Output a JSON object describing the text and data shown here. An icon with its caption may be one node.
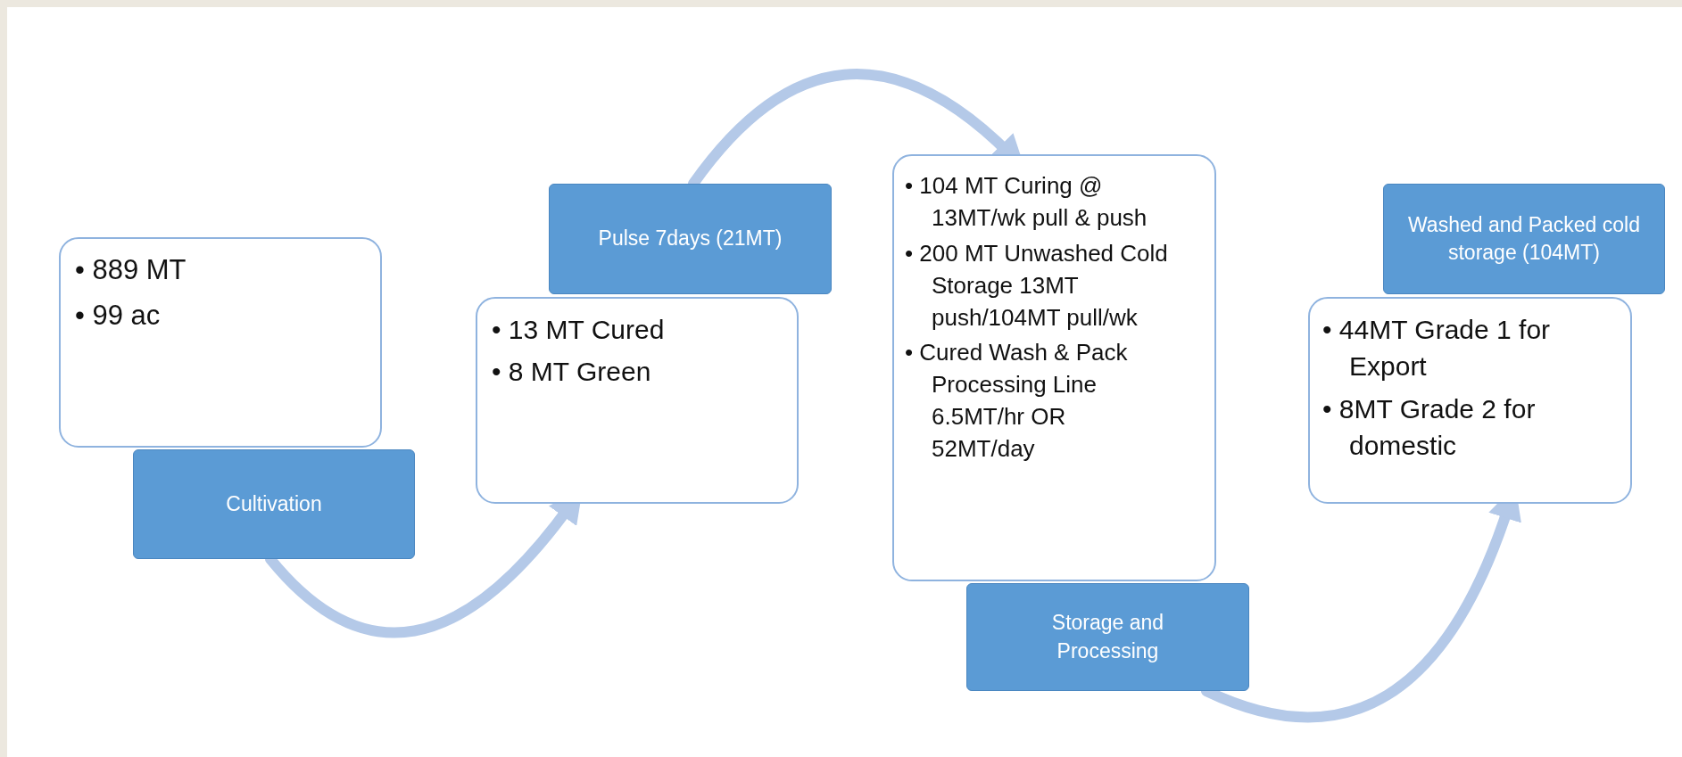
{
  "diagram": {
    "nodes": [
      {
        "text": [
          "• 889 MT",
          "• 99 ac"
        ]
      },
      {
        "text": [
          "Cultivation"
        ]
      },
      {
        "text": [
          "Pulse 7days (21MT)"
        ]
      },
      {
        "text": [
          "• 13 MT Cured",
          "• 8 MT Green"
        ]
      },
      {
        "text": [
          "• 104 MT Curing @ 13MT/wk pull & push",
          "• 200 MT  Unwashed Cold Storage 13MT push/104MT pull/wk",
          "• Cured Wash & Pack Processing  Line 6.5MT/hr OR 52MT/day"
        ]
      },
      {
        "text": [
          "Storage and Processing"
        ]
      },
      {
        "text": [
          "Washed and Packed cold storage (104MT)"
        ]
      },
      {
        "text": [
          "• 44MT Grade 1 for Export",
          "• 8MT Grade 2 for domestic"
        ]
      }
    ],
    "edges": [
      {
        "from": 1,
        "to": 3,
        "arrow": "to"
      },
      {
        "from": 2,
        "to": 4,
        "arrow": "to"
      },
      {
        "from": 5,
        "to": 7,
        "arrow": "to"
      }
    ]
  }
}
